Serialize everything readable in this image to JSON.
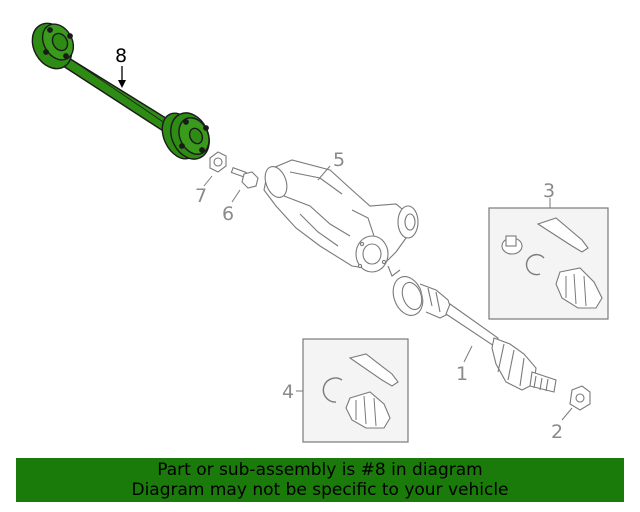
{
  "diagram": {
    "callouts": {
      "c1": "1",
      "c2": "2",
      "c3": "3",
      "c4": "4",
      "c5": "5",
      "c6": "6",
      "c7": "7",
      "c8": "8"
    },
    "highlight_part": "8",
    "colors": {
      "highlight_fill": "#2e8b14",
      "line": "#7a7a7a",
      "callout_text": "#8a8a8a",
      "banner_bg": "#1a7a0a"
    }
  },
  "banner": {
    "line1": "Part or sub-assembly is #8 in diagram",
    "line2": "Diagram may not be specific to your vehicle"
  }
}
